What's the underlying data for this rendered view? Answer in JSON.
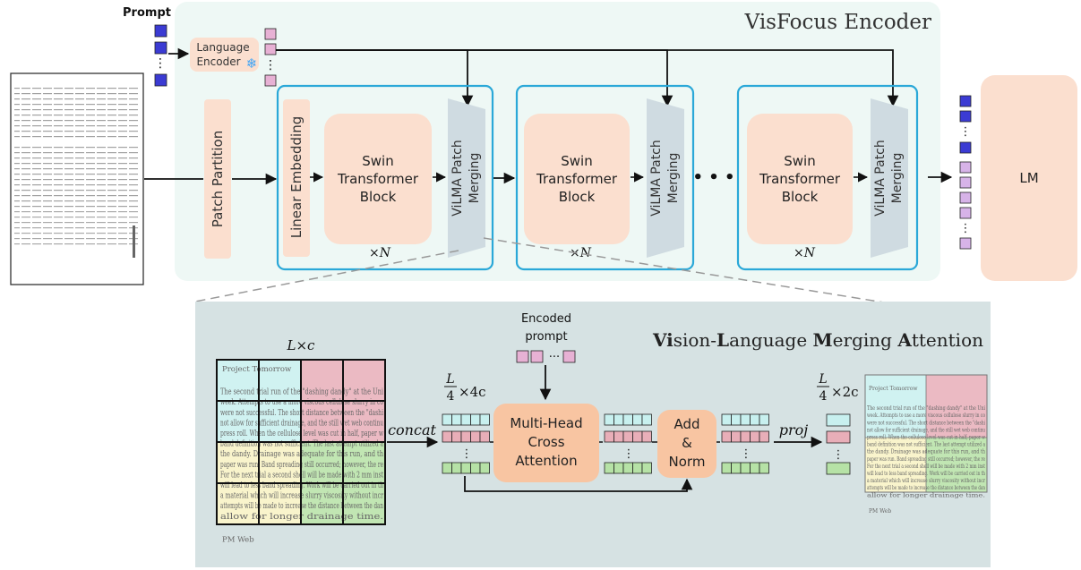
{
  "encoder": {
    "title": "VisFocus Encoder",
    "prompt_label": "Prompt",
    "language_encoder_line1": "Language",
    "language_encoder_line2": "Encoder",
    "patch_partition": "Patch Partition",
    "linear_embedding": "Linear Embedding",
    "swin_line1": "Swin",
    "swin_line2": "Transformer",
    "swin_line3": "Block",
    "vilma_line1": "ViLMA Patch",
    "vilma_line2": "Merging",
    "repeat_label": "×N",
    "ellipsis": "• • •",
    "lm_label": "LM"
  },
  "vilma": {
    "title_parts": [
      {
        "text": "Vi",
        "bold": true
      },
      {
        "text": "sion-",
        "bold": false
      },
      {
        "text": "L",
        "bold": true
      },
      {
        "text": "anguage ",
        "bold": false
      },
      {
        "text": "M",
        "bold": true
      },
      {
        "text": "erging ",
        "bold": false
      },
      {
        "text": "A",
        "bold": true
      },
      {
        "text": "ttention",
        "bold": false
      }
    ],
    "input_dim": "L×c",
    "concat_label": "concat",
    "dim_mid_num": "L",
    "dim_mid_den": "4",
    "dim_mid_suffix": "×4c",
    "encoded_prompt_line1": "Encoded",
    "encoded_prompt_line2": "prompt",
    "mhca_line1": "Multi-Head",
    "mhca_line2": "Cross",
    "mhca_line3": "Attention",
    "addnorm_line1": "Add",
    "addnorm_line2": "&",
    "addnorm_line3": "Norm",
    "proj_label": "proj",
    "dim_out_num": "L",
    "dim_out_den": "4",
    "dim_out_suffix": "×2c",
    "doc_heading": "Project Tomorrow",
    "doc_lines": [
      "The second trial run of the \"dashing dandy\" at the Uni",
      "week.  Attempts to use a more viscous cellulose slurry in co",
      "were not successful.  The short distance between the \"dashi",
      "not allow for sufficient drainage, and the still wet web continu",
      "press roll.  When the cellulose level was cut in half, paper w",
      "band definition was not sufficient.  The last attempt utilized a",
      "the dandy.  Drainage was adequate for this run, and th",
      "paper was run.  Band spreading still occurred; however, the re",
      "For the next trial a second shell will be made with 2 mm inst",
      "will lead to less band spreading.  Work will be carried out in th",
      "a material which will increase slurry viscosity without incr",
      "attempts will be made to increase the distance between the dan",
      "allow for longer drainage time."
    ],
    "doc_footer": "PM Web"
  },
  "colors": {
    "encoder_bg": "#eef8f5",
    "vilma_bg": "#d6e2e3",
    "block_fill": "#fbdfcf",
    "orange_box": "#f8c5a2",
    "stage_border": "#2aa8d8",
    "merge_fill": "#cfdbe1",
    "token_blue": "#3b3bd3",
    "token_purple": "#d7b3e8",
    "token_pink": "#e7b1d4",
    "cell_cyan": "#c8f0ef",
    "cell_red": "#e8aeb8",
    "cell_green": "#b6e2a6",
    "cell_yellow": "#f8f3c6",
    "snowflake": "#42a5f5"
  },
  "icons": {
    "snowflake": "❄"
  }
}
